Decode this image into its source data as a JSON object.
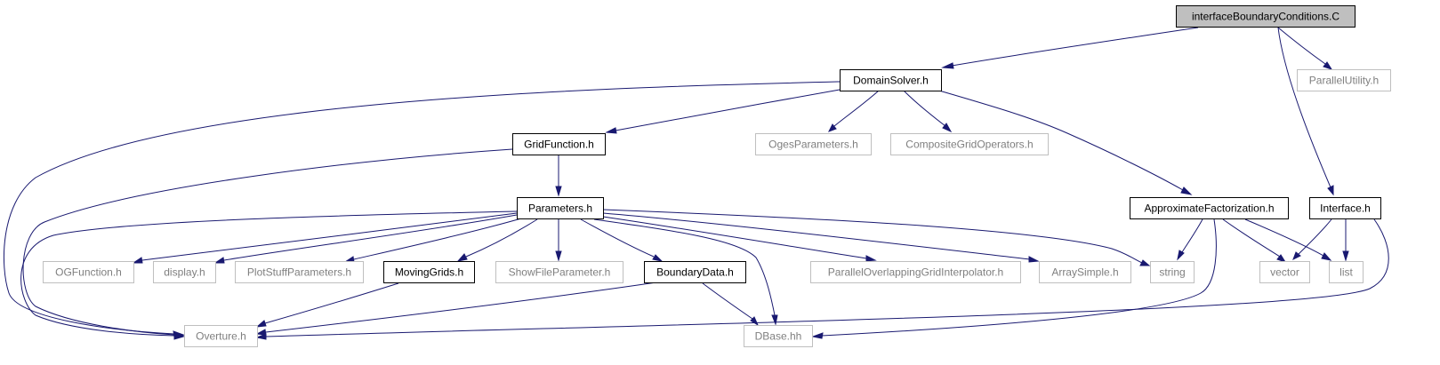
{
  "graph": {
    "colors": {
      "edge": "#191970",
      "documented_border": "#000000",
      "undocumented_border": "#bfbfbf",
      "root_fill": "#bfbfbf",
      "undocumented_text": "#7f7f7f"
    },
    "nodes": [
      {
        "id": "root",
        "label": "interfaceBoundaryConditions.C",
        "kind": "root"
      },
      {
        "id": "domainsolver",
        "label": "DomainSolver.h",
        "kind": "documented"
      },
      {
        "id": "parallelutility",
        "label": "ParallelUtility.h",
        "kind": "undocumented"
      },
      {
        "id": "gridfunction",
        "label": "GridFunction.h",
        "kind": "documented"
      },
      {
        "id": "ogesparameters",
        "label": "OgesParameters.h",
        "kind": "undocumented"
      },
      {
        "id": "compositegridoperators",
        "label": "CompositeGridOperators.h",
        "kind": "undocumented"
      },
      {
        "id": "approximatefactorization",
        "label": "ApproximateFactorization.h",
        "kind": "documented"
      },
      {
        "id": "interface",
        "label": "Interface.h",
        "kind": "documented"
      },
      {
        "id": "parameters",
        "label": "Parameters.h",
        "kind": "documented"
      },
      {
        "id": "ogfunction",
        "label": "OGFunction.h",
        "kind": "undocumented"
      },
      {
        "id": "display",
        "label": "display.h",
        "kind": "undocumented"
      },
      {
        "id": "plotstuffparameters",
        "label": "PlotStuffParameters.h",
        "kind": "undocumented"
      },
      {
        "id": "movinggrids",
        "label": "MovingGrids.h",
        "kind": "documented"
      },
      {
        "id": "showfileparameter",
        "label": "ShowFileParameter.h",
        "kind": "undocumented"
      },
      {
        "id": "boundarydata",
        "label": "BoundaryData.h",
        "kind": "documented"
      },
      {
        "id": "paralleloverlapping",
        "label": "ParallelOverlappingGridInterpolator.h",
        "kind": "undocumented"
      },
      {
        "id": "arraysimple",
        "label": "ArraySimple.h",
        "kind": "undocumented"
      },
      {
        "id": "string",
        "label": "string",
        "kind": "undocumented"
      },
      {
        "id": "vector",
        "label": "vector",
        "kind": "undocumented"
      },
      {
        "id": "list",
        "label": "list",
        "kind": "undocumented"
      },
      {
        "id": "overture",
        "label": "Overture.h",
        "kind": "undocumented"
      },
      {
        "id": "dbase",
        "label": "DBase.hh",
        "kind": "undocumented"
      }
    ],
    "edges": [
      {
        "from": "root",
        "to": "domainsolver"
      },
      {
        "from": "root",
        "to": "parallelutility"
      },
      {
        "from": "root",
        "to": "interface"
      },
      {
        "from": "domainsolver",
        "to": "overture"
      },
      {
        "from": "domainsolver",
        "to": "gridfunction"
      },
      {
        "from": "domainsolver",
        "to": "ogesparameters"
      },
      {
        "from": "domainsolver",
        "to": "compositegridoperators"
      },
      {
        "from": "domainsolver",
        "to": "approximatefactorization"
      },
      {
        "from": "gridfunction",
        "to": "overture"
      },
      {
        "from": "gridfunction",
        "to": "parameters"
      },
      {
        "from": "parameters",
        "to": "overture"
      },
      {
        "from": "parameters",
        "to": "ogfunction"
      },
      {
        "from": "parameters",
        "to": "display"
      },
      {
        "from": "parameters",
        "to": "plotstuffparameters"
      },
      {
        "from": "parameters",
        "to": "movinggrids"
      },
      {
        "from": "parameters",
        "to": "showfileparameter"
      },
      {
        "from": "parameters",
        "to": "boundarydata"
      },
      {
        "from": "parameters",
        "to": "dbase"
      },
      {
        "from": "parameters",
        "to": "paralleloverlapping"
      },
      {
        "from": "parameters",
        "to": "arraysimple"
      },
      {
        "from": "parameters",
        "to": "string"
      },
      {
        "from": "movinggrids",
        "to": "overture"
      },
      {
        "from": "boundarydata",
        "to": "overture"
      },
      {
        "from": "boundarydata",
        "to": "dbase"
      },
      {
        "from": "approximatefactorization",
        "to": "string"
      },
      {
        "from": "approximatefactorization",
        "to": "dbase"
      },
      {
        "from": "approximatefactorization",
        "to": "vector"
      },
      {
        "from": "approximatefactorization",
        "to": "list"
      },
      {
        "from": "interface",
        "to": "vector"
      },
      {
        "from": "interface",
        "to": "list"
      },
      {
        "from": "interface",
        "to": "overture"
      }
    ]
  }
}
